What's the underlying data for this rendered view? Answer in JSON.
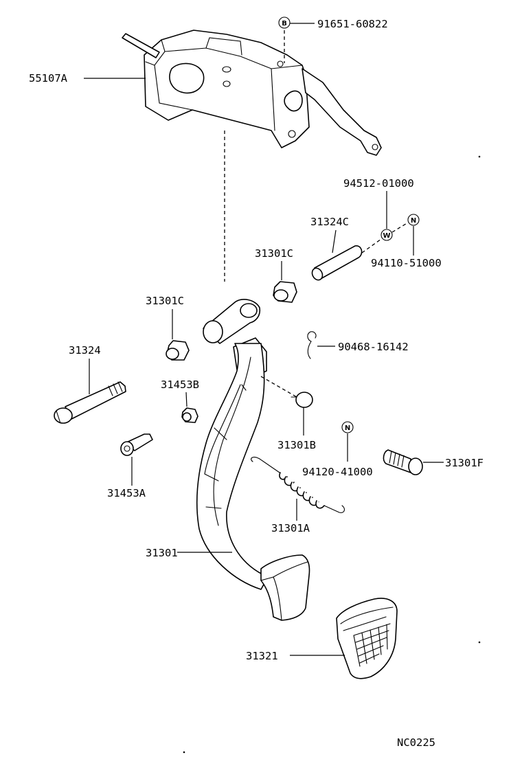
{
  "labels": {
    "bracket": "55107A",
    "bracket_bolt": "91651-60822",
    "washer": "94512-01000",
    "pin": "31324C",
    "nut_upper": "94110-51000",
    "bushing_right": "31301C",
    "bushing_left": "31301C",
    "clip": "90468-16142",
    "shaft_bolt": "31324",
    "collar": "31453B",
    "cushion_b": "31301B",
    "nut_lower": "94120-41000",
    "stopper": "31301F",
    "spacer": "31453A",
    "spring": "31301A",
    "pedal_lever": "31301",
    "pedal_pad": "31321",
    "figure_code": "NC0225"
  },
  "symbols": {
    "bolt": "B",
    "washer": "W",
    "nut_upper": "N",
    "nut_lower": "N"
  }
}
